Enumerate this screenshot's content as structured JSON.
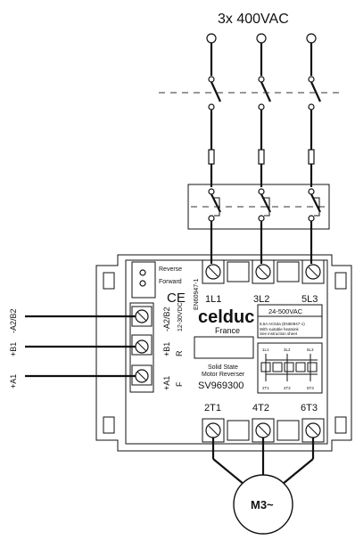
{
  "supply_label": "3x 400VAC",
  "device": {
    "brand": "celduc",
    "country": "France",
    "ce_mark": "CE",
    "ce_standard": "EN60947-1",
    "voltage_rating": "24-500VAC",
    "rating_note_1": "8,5A AC53a (EN60947-1)",
    "rating_note_2": "With suitable heatsink",
    "rating_note_3": "See instruction sheet",
    "description_line1": "Solid State",
    "description_line2": "Motor Reverser",
    "part_number": "SV969300",
    "reverse_label": "Reverse",
    "forward_label": "Forward",
    "input_labels": [
      "-A2/B2",
      "+B1",
      "+A1"
    ],
    "input_side_labels": [
      "12-30VDC",
      "R",
      "F"
    ],
    "line_terminals": [
      "1L1",
      "3L2",
      "5L3"
    ],
    "load_terminals": [
      "2T1",
      "4T2",
      "6T3"
    ],
    "schematic_top": [
      "1L1",
      "3L2",
      "5L3"
    ],
    "schematic_bottom": [
      "2T1",
      "4T2",
      "6T3"
    ]
  },
  "external_inputs": [
    "-A2/B2",
    "+B1",
    "+A1"
  ],
  "motor_label": "M3~"
}
